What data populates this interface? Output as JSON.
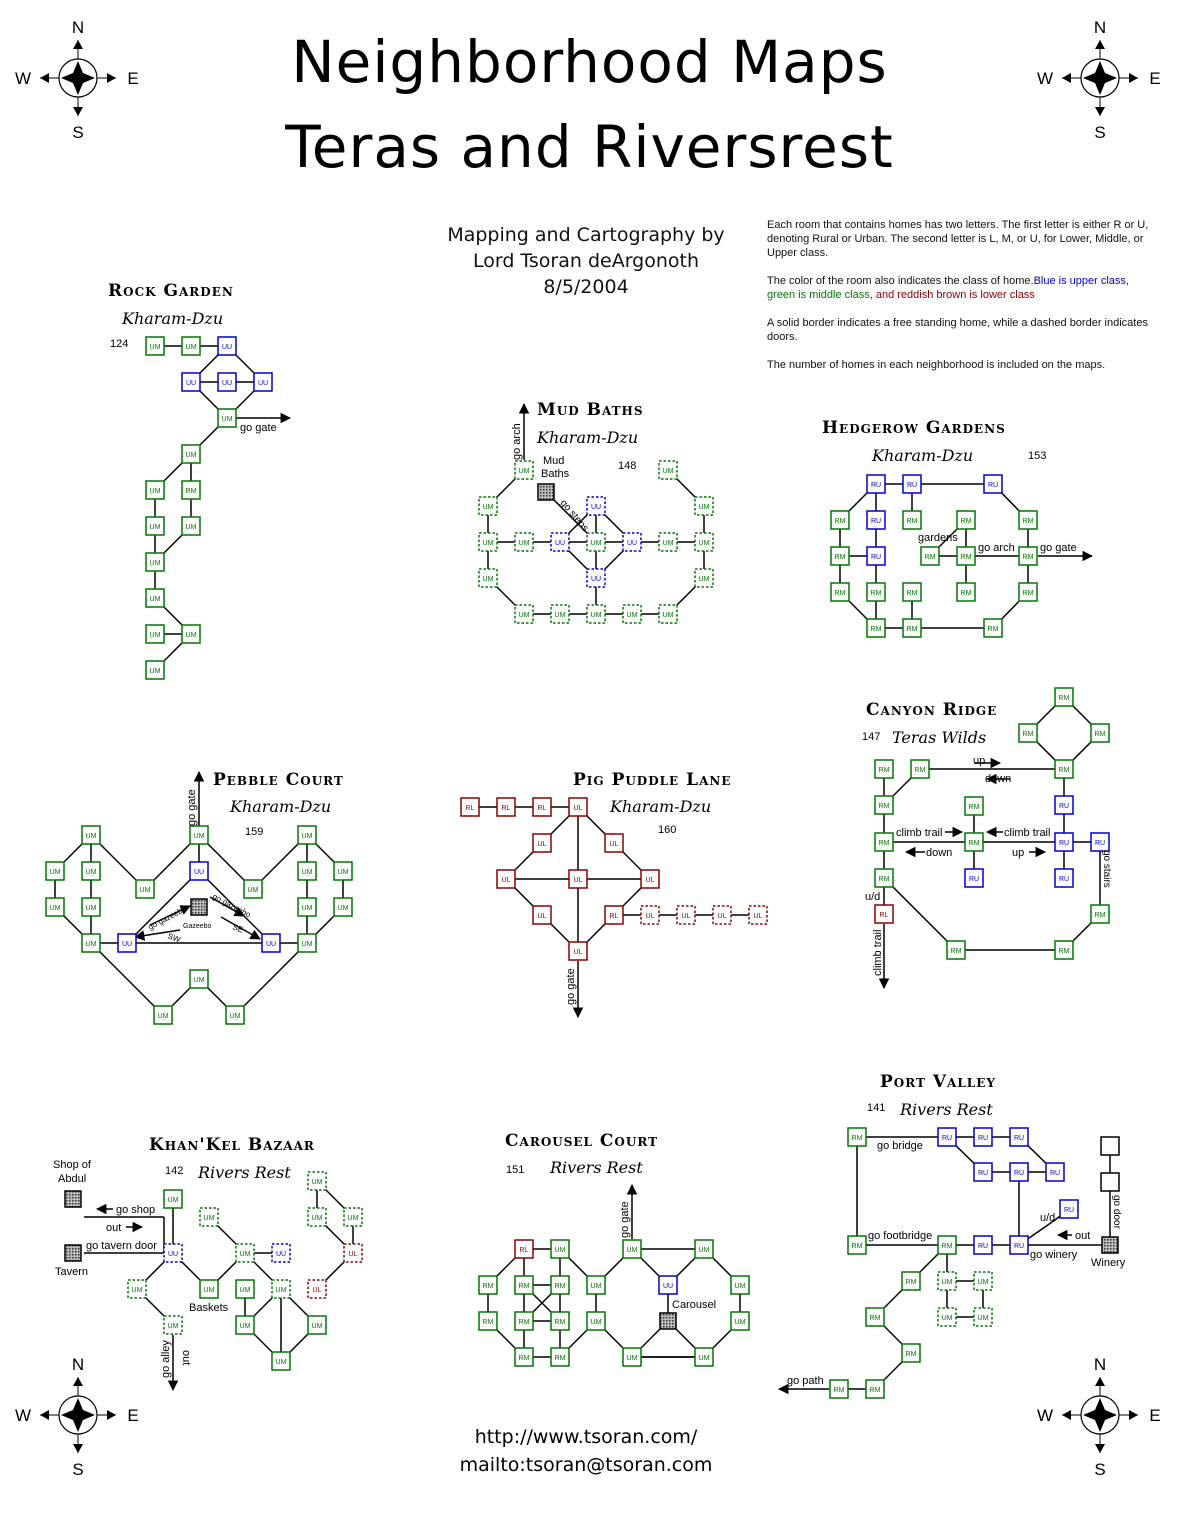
{
  "title": {
    "line1": "Neighborhood Maps",
    "line2": "Teras and Riversrest"
  },
  "credits": {
    "line1": "Mapping and Cartography by",
    "line2": "Lord Tsoran deArgonoth",
    "line3": "8/5/2004"
  },
  "legend": {
    "p1": "Each room that contains homes has two letters.  The first letter is either R or U, denoting Rural or Urban.  The second letter is L, M, or U, for Lower, Middle, or Upper class.",
    "p2_intro": "The color of the room also indicates the class of home.",
    "p2_blue": "Blue is upper class",
    "p2_green": "green is middle class",
    "p2_red": "and reddish brown is lower class",
    "p3": "A solid border indicates a free standing home, while a dashed border indicates doors.",
    "p4": "The number of homes in each neighborhood is included on the maps.",
    "colors": {
      "upper": "#0000cc",
      "middle": "#007700",
      "lower": "#8b0000"
    }
  },
  "compass": {
    "n": "N",
    "s": "S",
    "w": "W",
    "e": "E"
  },
  "neighborhoods": {
    "rock_garden": {
      "name": "Rock Garden",
      "area": "Kharam-Dzu",
      "count": "124"
    },
    "mud_baths": {
      "name": "Mud Baths",
      "area": "Kharam-Dzu",
      "count": "148"
    },
    "hedgerow": {
      "name": "Hedgerow Gardens",
      "area": "Kharam-Dzu",
      "count": "153"
    },
    "pebble": {
      "name": "Pebble Court",
      "area": "Kharam-Dzu",
      "count": "159"
    },
    "pig_puddle": {
      "name": "Pig Puddle Lane",
      "area": "Kharam-Dzu",
      "count": "160"
    },
    "canyon": {
      "name": "Canyon Ridge",
      "area": "Teras Wilds",
      "count": "147"
    },
    "khankel": {
      "name": "Khan'Kel Bazaar",
      "area": "Rivers Rest",
      "count": "142"
    },
    "carousel": {
      "name": "Carousel Court",
      "area": "Rivers Rest",
      "count": "151"
    },
    "port_valley": {
      "name": "Port Valley",
      "area": "Rivers Rest",
      "count": "141"
    }
  },
  "map_labels": {
    "go_gate": "go gate",
    "go_arch": "go arch",
    "mud_baths_room": "Mud Baths",
    "go_steps": "go steps",
    "gardens": "gardens",
    "gazebo": "Gazeebo",
    "go_gazebo": "go gazeebo",
    "sw": "SW",
    "se": "SE",
    "up": "up",
    "down": "down",
    "climb_trail": "climb trail",
    "go_stairs": "go stairs",
    "ud": "u/d",
    "shop_of_abdul": "Shop of Abdul",
    "go_shop": "go shop",
    "out": "out",
    "go_tavern_door": "go tavern door",
    "tavern": "Tavern",
    "baskets": "Baskets",
    "go_alley": "go alley",
    "carousel": "Carousel",
    "go_bridge": "go bridge",
    "go_footbridge": "go footbridge",
    "go_winery": "go winery",
    "winery": "Winery",
    "go_door": "go door",
    "go_path": "go path"
  },
  "footer": {
    "url": "http://www.tsoran.com/",
    "mail": "mailto:tsoran@tsoran.com"
  }
}
